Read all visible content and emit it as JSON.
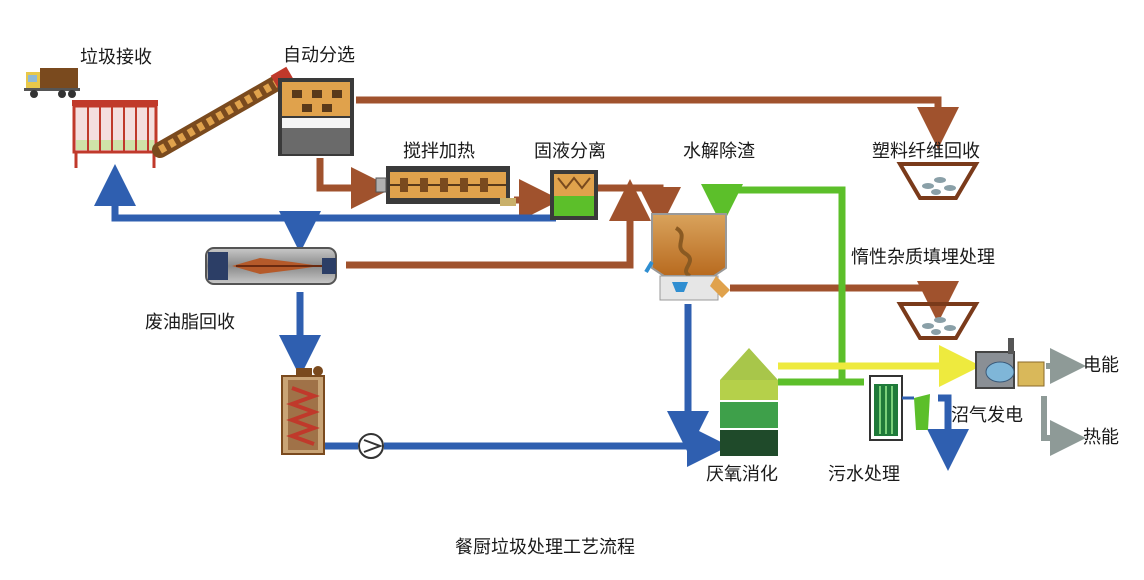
{
  "labels": {
    "garbage_receiving": "垃圾接收",
    "auto_sorting": "自动分选",
    "plastic_fiber_recovery": "塑料纤维回收",
    "stirring_heating": "搅拌加热",
    "solid_liquid_separation": "固液分离",
    "hydrolysis_deslagging": "水解除渣",
    "inert_landfill": "惰性杂质填埋处理",
    "waste_oil_recovery": "废油脂回收",
    "anaerobic_digestion": "厌氧消化",
    "sewage_treatment": "污水处理",
    "biogas_power": "沼气发电",
    "electricity": "电能",
    "heat": "热能"
  },
  "caption": "餐厨垃圾处理工艺流程",
  "colors": {
    "solid_flow": "#a0522d",
    "liquid_flow": "#2f5fb0",
    "water_return": "#5cbf2a",
    "biogas_flow": "#f2ef4a",
    "energy_flow": "#8e9a97"
  }
}
